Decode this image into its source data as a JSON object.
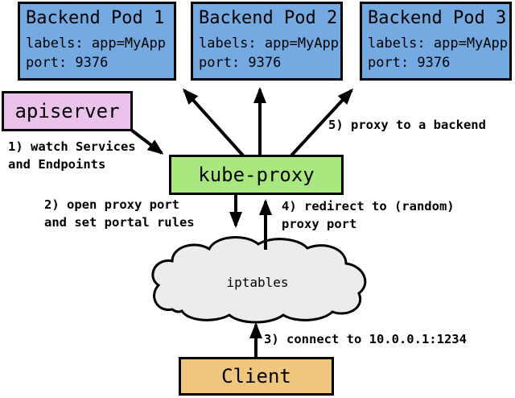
{
  "pods": [
    {
      "title": "Backend Pod 1",
      "labels_line": "labels: app=MyApp",
      "port_line": "port: 9376"
    },
    {
      "title": "Backend Pod 2",
      "labels_line": "labels: app=MyApp",
      "port_line": "port: 9376"
    },
    {
      "title": "Backend Pod 3",
      "labels_line": "labels: app=MyApp",
      "port_line": "port: 9376"
    }
  ],
  "nodes": {
    "apiserver": "apiserver",
    "kube_proxy": "kube-proxy",
    "iptables": "iptables",
    "client": "Client"
  },
  "annotations": {
    "step1": "1) watch Services\nand Endpoints",
    "step2": "2) open proxy port\nand set portal rules",
    "step3": "3) connect to 10.0.0.1:1234",
    "step4": "4) redirect to (random)\nproxy port",
    "step5": "5) proxy to a backend"
  },
  "colors": {
    "pod_fill": "#74A9E2",
    "apiserver_fill": "#EBC2EC",
    "kube_proxy_fill": "#A9E87E",
    "iptables_fill": "#ECECEC",
    "client_fill": "#EFC67E",
    "outline": "#000000"
  }
}
